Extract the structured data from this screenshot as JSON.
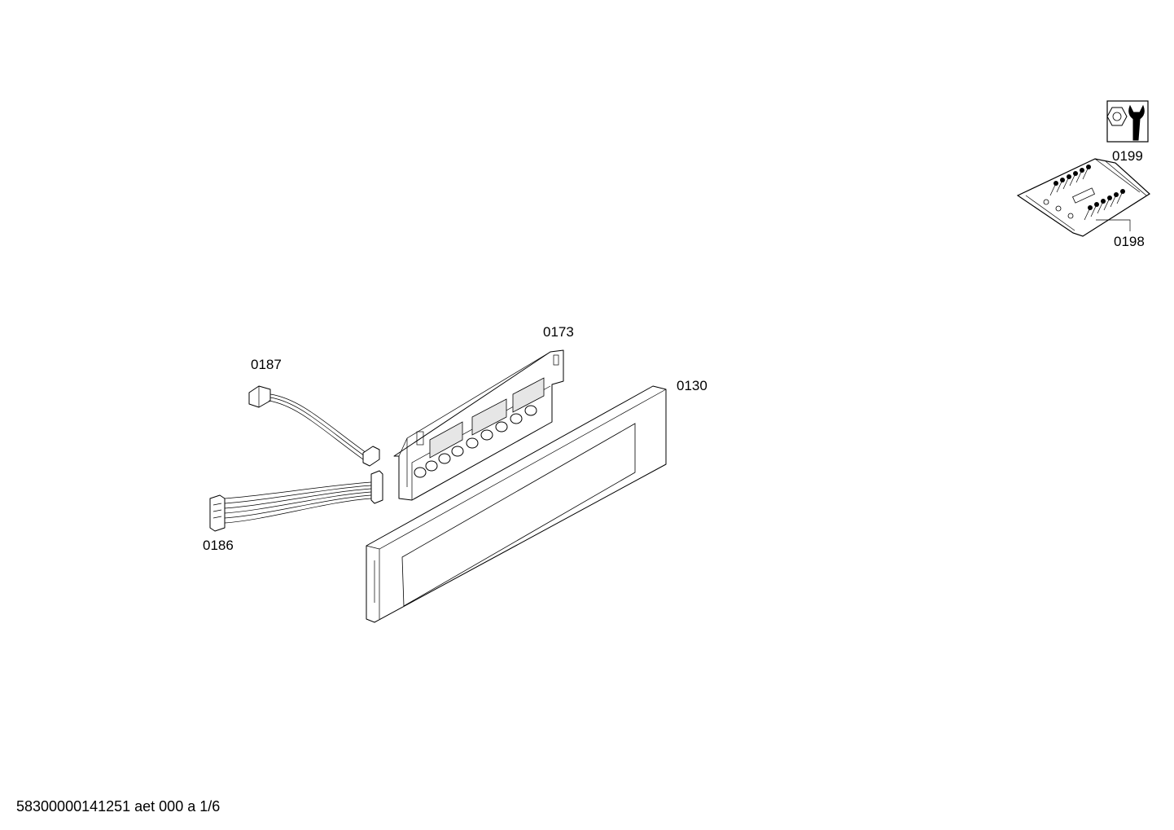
{
  "parts": [
    {
      "id": "0199",
      "label": "0199"
    },
    {
      "id": "0198",
      "label": "0198"
    },
    {
      "id": "0173",
      "label": "0173"
    },
    {
      "id": "0187",
      "label": "0187"
    },
    {
      "id": "0130",
      "label": "0130"
    },
    {
      "id": "0186",
      "label": "0186"
    }
  ],
  "footer": {
    "text": "58300000141251 aet 000 a 1/6"
  }
}
